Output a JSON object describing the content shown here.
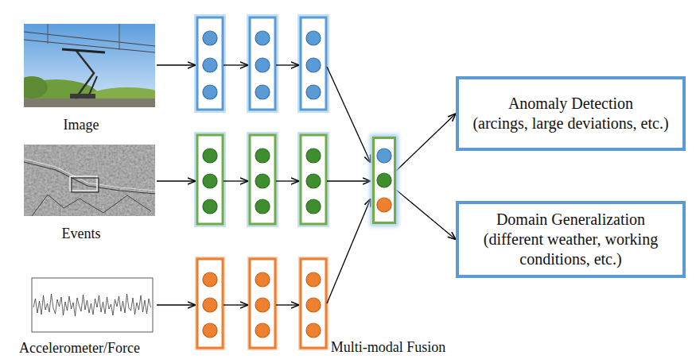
{
  "diagram": {
    "nodes": [
      {
        "text": [
          "Multi-modal Fusion"
        ]
      },
      {
        "text": [
          "Anomaly Detection",
          "(arcings, large deviations, etc.)"
        ]
      },
      {
        "text": [
          "Domain Generalization",
          "(different weather, working conditions, etc.)"
        ]
      }
    ],
    "edges": [
      {
        "from": 0,
        "to": 1,
        "arrow": "to"
      },
      {
        "from": 0,
        "to": 2,
        "arrow": "to"
      }
    ],
    "labels": [
      "Image",
      "Events",
      "Accelerometer/Force"
    ]
  }
}
